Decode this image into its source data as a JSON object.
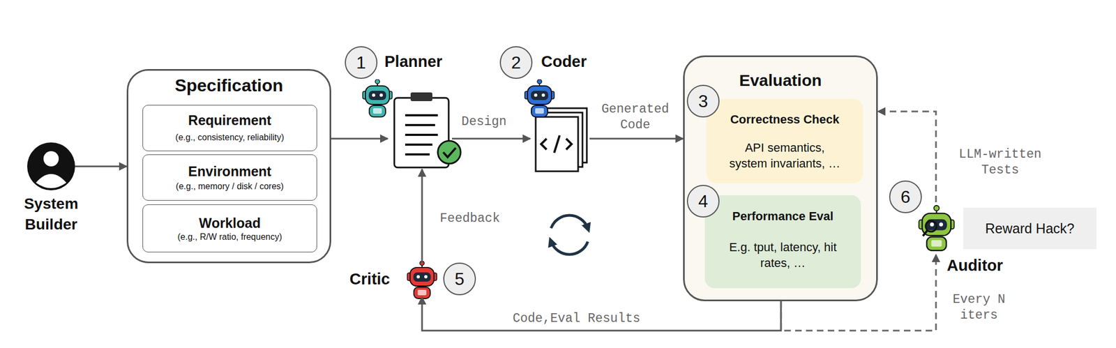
{
  "diagram": {
    "nodes": [
      {
        "text": [
          "System Builder"
        ]
      },
      {
        "text": [
          "Specification"
        ]
      },
      {
        "text": [
          "Requirement",
          "(e.g., consistency, reliability)"
        ],
        "in": 1
      },
      {
        "text": [
          "Environment",
          "(e.g., memory / disk / cores)"
        ],
        "in": 1
      },
      {
        "text": [
          "Workload",
          "(e.g., R/W ratio, frequency)"
        ],
        "in": 1
      },
      {
        "text": [
          "Planner"
        ]
      },
      {
        "text": [
          "Coder"
        ]
      },
      {
        "text": [
          "Evaluation"
        ]
      },
      {
        "text": [
          "Correctness Check",
          "API semantics, system invariants, …"
        ],
        "in": 7
      },
      {
        "text": [
          "Performance Eval",
          "E.g. tput, latency, hit rates, …"
        ],
        "in": 7
      },
      {
        "text": [
          "Critic"
        ]
      },
      {
        "text": [
          "Auditor"
        ]
      },
      {
        "text": [
          "Reward Hack?"
        ]
      }
    ],
    "edges": [
      {
        "from": 0,
        "to": 1,
        "arrow": "to"
      },
      {
        "from": 1,
        "to": 5,
        "arrow": "to"
      },
      {
        "from": 5,
        "to": 6,
        "label": "Design",
        "arrow": "to"
      },
      {
        "from": 6,
        "to": 7,
        "label": "Generated Code",
        "arrow": "to"
      },
      {
        "from": 7,
        "to": 10,
        "label": "Code,Eval Results",
        "arrow": "to"
      },
      {
        "from": 10,
        "to": 5,
        "label": "Feedback",
        "arrow": "to"
      },
      {
        "from": 7,
        "to": 11,
        "label": "Every N iters",
        "arrow": "to"
      },
      {
        "from": 11,
        "to": 7,
        "label": "LLM-written Tests",
        "arrow": "to"
      }
    ],
    "labels": [
      "1",
      "2",
      "3",
      "4",
      "5",
      "6"
    ]
  }
}
